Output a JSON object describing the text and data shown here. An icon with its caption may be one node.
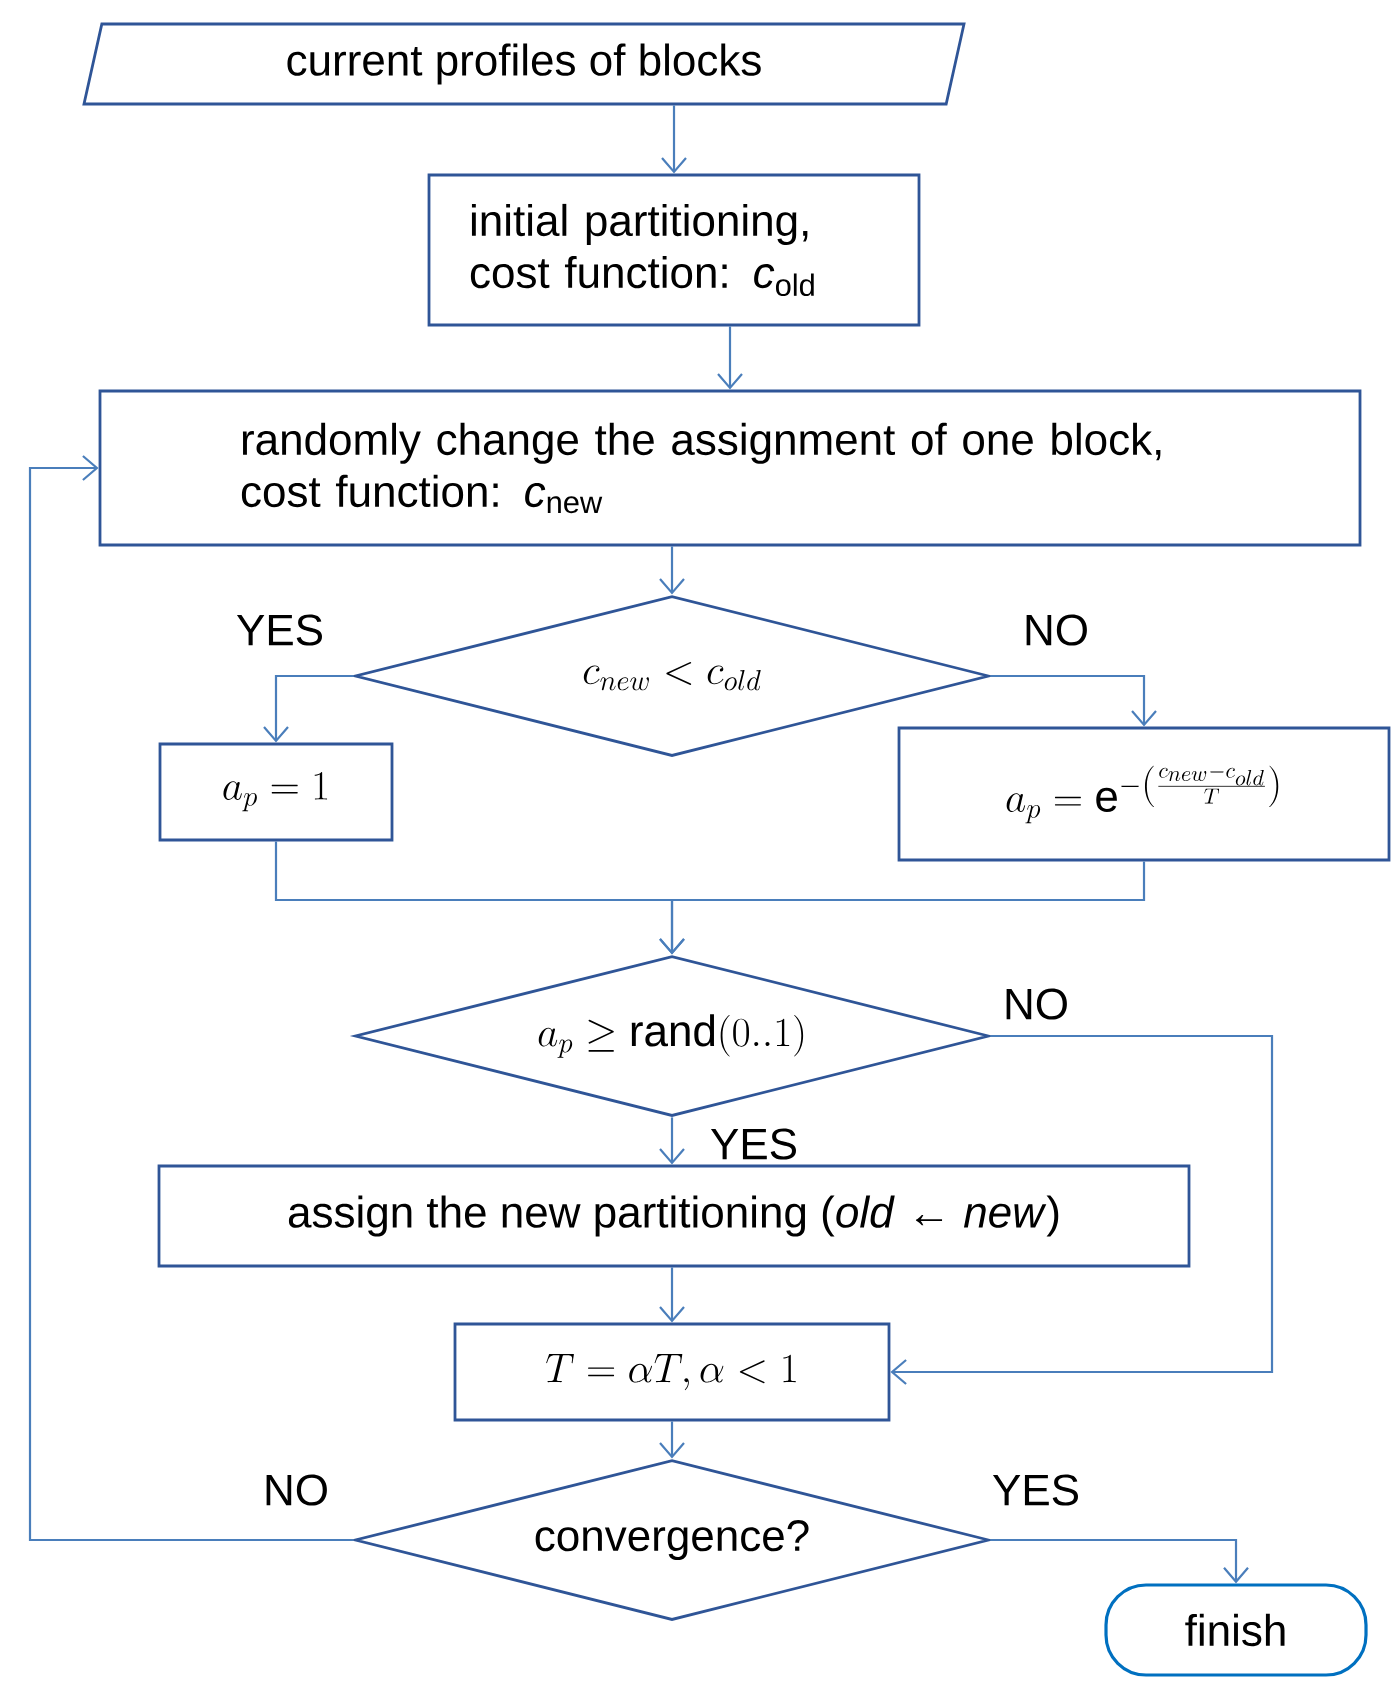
{
  "diagram": {
    "nodes": [
      {
        "text": [
          "current profiles of blocks"
        ]
      },
      {
        "text": [
          "initial partitioning, cost function: *c*$_{old}$"
        ]
      },
      {
        "text": [
          "randomly change the assignment of one block, cost function: *c*$_{new}$"
        ]
      },
      {
        "text": [
          "c_{new} < c_{old}"
        ]
      },
      {
        "text": [
          "a_p = 1"
        ]
      },
      {
        "text": [
          "a_p = \\mathrm{e}^{-\\left(\\frac{c_{new}-c_{old}}{T}\\right)}"
        ]
      },
      {
        "text": [
          "a_p \\geq \\mathrm{rand}(0..1)"
        ]
      },
      {
        "text": [
          "assign the new partitioning (*old* ← *new*)"
        ]
      },
      {
        "text": [
          "T = \\alpha T, \\alpha < 1"
        ]
      },
      {
        "text": [
          "convergence?"
        ]
      },
      {
        "text": [
          "finish"
        ]
      }
    ],
    "edges": [
      {
        "from": 0,
        "to": 1,
        "arrow": "to"
      },
      {
        "from": 1,
        "to": 2,
        "arrow": "to"
      },
      {
        "from": 2,
        "to": 3,
        "arrow": "to"
      },
      {
        "from": 3,
        "to": 4,
        "arrow": "to",
        "label": "YES"
      },
      {
        "from": 3,
        "to": 5,
        "arrow": "to",
        "label": "NO"
      },
      {
        "from": 4,
        "to": 6,
        "arrow": "to"
      },
      {
        "from": 5,
        "to": 6,
        "arrow": "to"
      },
      {
        "from": 6,
        "to": 7,
        "arrow": "to",
        "label": "YES"
      },
      {
        "from": 6,
        "to": 8,
        "arrow": "to",
        "label": "NO"
      },
      {
        "from": 7,
        "to": 8,
        "arrow": "to"
      },
      {
        "from": 8,
        "to": 9,
        "arrow": "to"
      },
      {
        "from": 9,
        "to": 2,
        "arrow": "to",
        "label": "NO"
      },
      {
        "from": 9,
        "to": 10,
        "arrow": "to",
        "label": "YES"
      }
    ]
  }
}
